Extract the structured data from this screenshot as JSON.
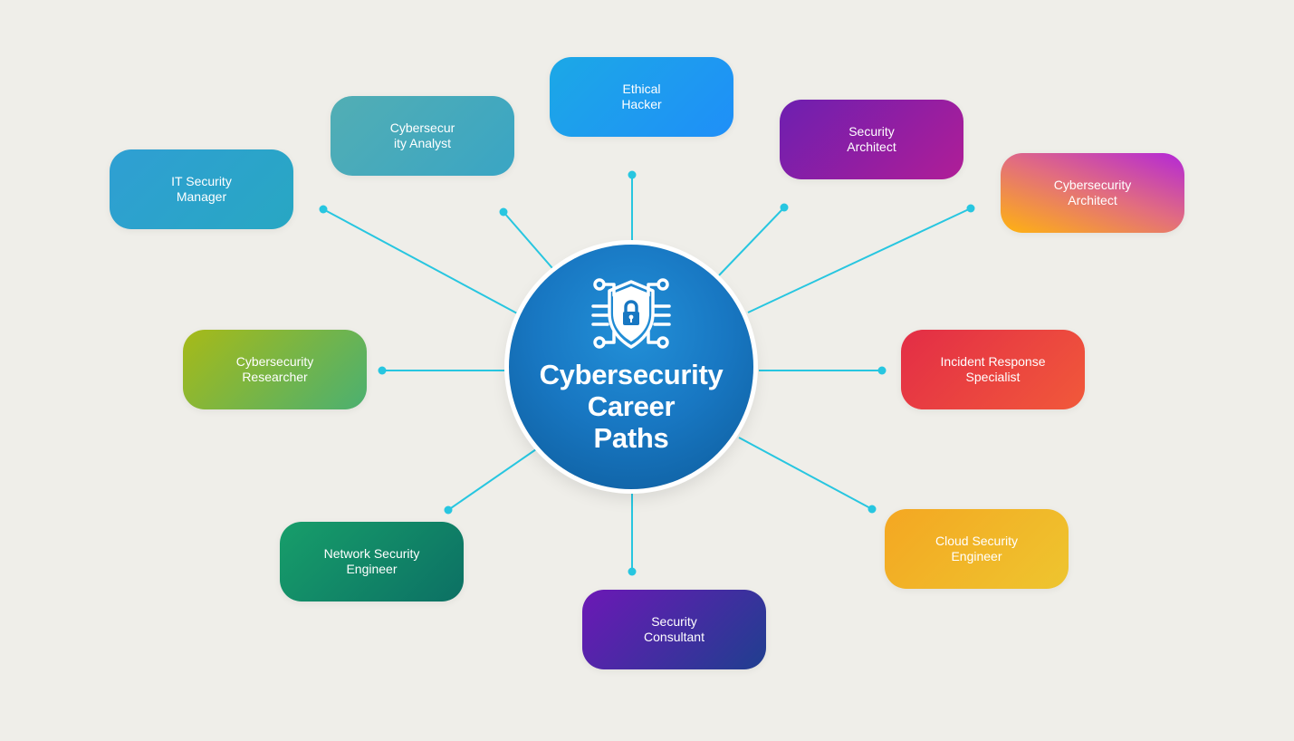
{
  "hub": {
    "title": "Cybersecurity\nCareer\nPaths",
    "icon": "shield-lock-circuit-icon",
    "color": "#1877c2"
  },
  "careers": [
    {
      "label": "IT Security\nManager",
      "color": "#2f9fd3"
    },
    {
      "label": "Cybersecur\nity Analyst",
      "color": "#52aeb4"
    },
    {
      "label": "Ethical\nHacker",
      "color": "#1ca8e6"
    },
    {
      "label": "Security\nArchitect",
      "color": "#8d1ea5"
    },
    {
      "label": "Cybersecurity\nArchitect",
      "color": "#e26d7f"
    },
    {
      "label": "Cybersecurity\nResearcher",
      "color": "#7fb541"
    },
    {
      "label": "Incident Response\nSpecialist",
      "color": "#e8413f"
    },
    {
      "label": "Network Security\nEngineer",
      "color": "#138766"
    },
    {
      "label": "Security\nConsultant",
      "color": "#4b2aa3"
    },
    {
      "label": "Cloud Security\nEngineer",
      "color": "#f1b628"
    }
  ],
  "connector_color": "#27c6e0",
  "background_color": "#efeee9"
}
